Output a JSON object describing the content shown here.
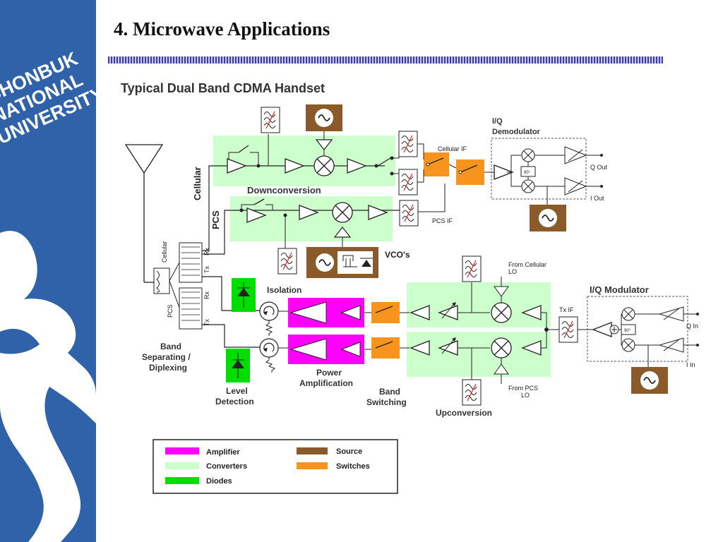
{
  "slide": {
    "title": "4. Microwave Applications",
    "logo_text": [
      "CHONBUK",
      "NATIONAL",
      "UNIVERSITY"
    ]
  },
  "diagram": {
    "title": "Typical Dual Band CDMA Handset",
    "labels": {
      "cellular": "Cellular",
      "pcs": "PCS",
      "downconversion": "Downconversion",
      "iq_demodulator_1": "I/Q",
      "iq_demodulator_2": "Demodulator",
      "cellular_if": "Cellular  IF",
      "pcs_if": "PCS IF",
      "q_out": "Q Out",
      "i_out": "I Out",
      "vcos": "VCO's",
      "isolation": "Isolation",
      "from_cellular_lo_1": "From Cellular",
      "from_cellular_lo_2": "LO",
      "iq_modulator": "I/Q Modulator",
      "tx_if": "Tx IF",
      "q_in": "Q In",
      "i_in": "I In",
      "from_pcs_lo_1": "From PCS",
      "from_pcs_lo_2": "LO",
      "band_separating_1": "Band",
      "band_separating_2": "Separating /",
      "band_separating_3": "Diplexing",
      "level_detection_1": "Level",
      "level_detection_2": "Detection",
      "power_amp_1": "Power",
      "power_amp_2": "Amplification",
      "band_switching_1": "Band",
      "band_switching_2": "Switching",
      "upconversion": "Upconversion",
      "diplexer_cellular": "Cellular",
      "diplexer_pcs": "PCS",
      "rx_1": "Rx",
      "tx_1": "Tx",
      "rx_2": "Rx",
      "tx_2": "Tx",
      "phase_90_a": "90°",
      "phase_90_b": "90°"
    }
  },
  "legend": {
    "items": [
      {
        "label": "Amplifier",
        "color": "#ff00ff"
      },
      {
        "label": "Source",
        "color": "#8b5a2b"
      },
      {
        "label": "Converters",
        "color": "#ccffcc"
      },
      {
        "label": "Switches",
        "color": "#f7941d"
      },
      {
        "label": "Diodes",
        "color": "#00dd00"
      }
    ]
  },
  "colors": {
    "brand_blue": "#2f62a8",
    "amplifier": "#ff00ff",
    "source": "#8b5a2b",
    "converters": "#ccffcc",
    "switches": "#f7941d",
    "diodes": "#00dd00"
  }
}
